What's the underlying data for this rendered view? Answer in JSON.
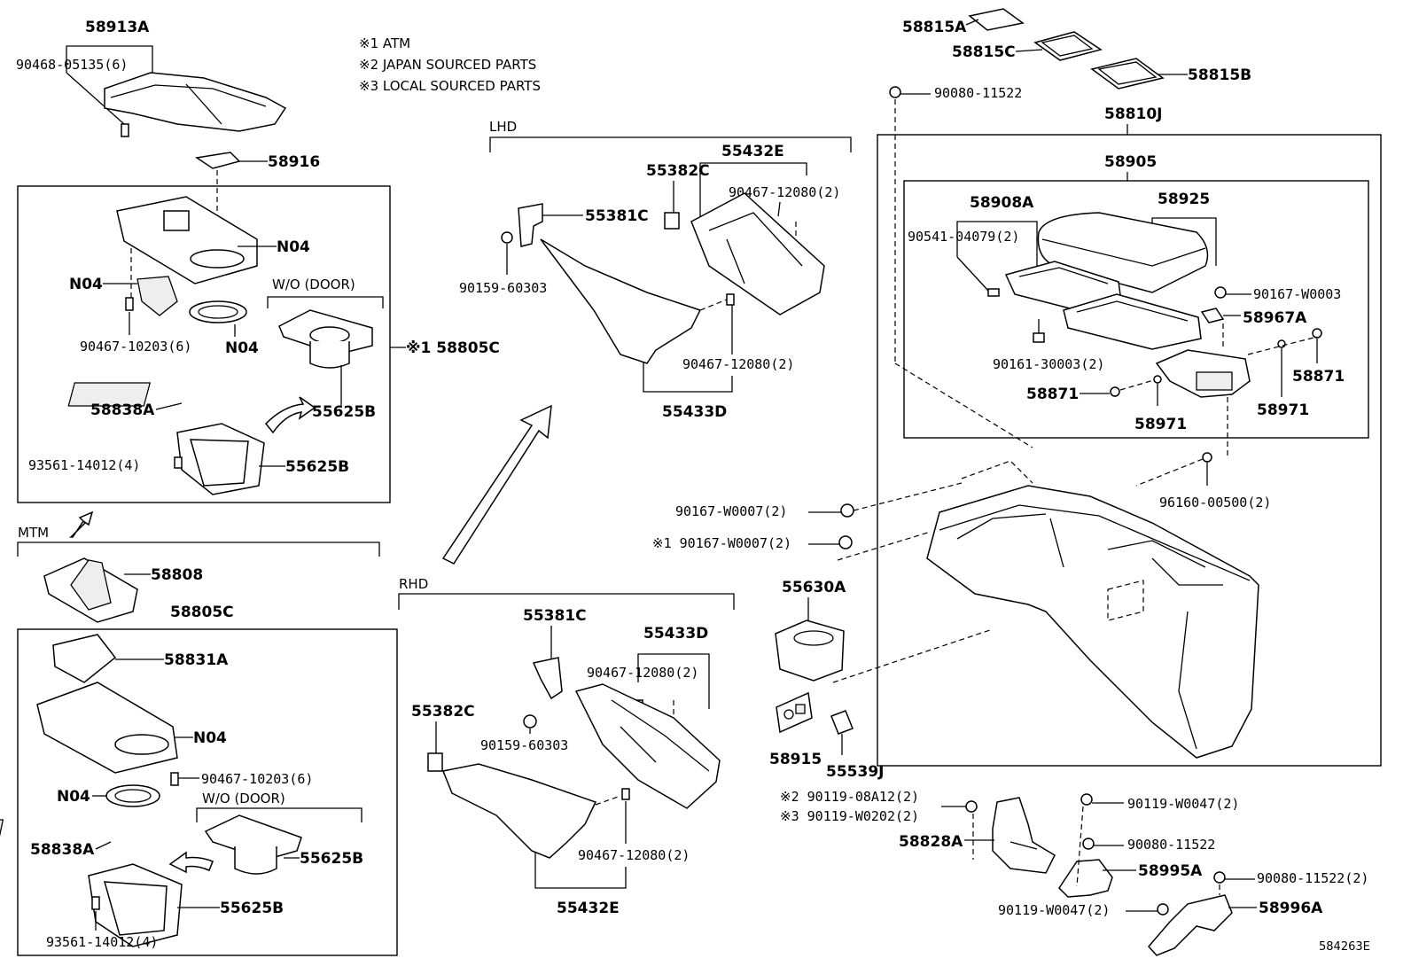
{
  "notes": [
    "※1  ATM",
    "※2  JAPAN SOURCED PARTS",
    "※3  LOCAL SOURCED PARTS"
  ],
  "sections": {
    "lhd": "LHD",
    "rhd": "RHD",
    "mtm": "MTM"
  },
  "wo_door": "W/O (DOOR)",
  "figure_id": "584263E",
  "labels": {
    "p58913A": "58913A",
    "p90468_05135": "90468-05135(6)",
    "p58916": "58916",
    "n04_a": "N04",
    "n04_b": "N04",
    "n04_c": "N04",
    "p90467_10203_a": "90467-10203(6)",
    "p58805C_a": "※1 58805C",
    "p58838A_a": "58838A",
    "p55625B_a": "55625B",
    "p55625B_b": "55625B",
    "p93561_14012_a": "93561-14012(4)",
    "p58808": "58808",
    "p58805C_b": "58805C",
    "p58831A": "58831A",
    "n04_d": "N04",
    "n04_e": "N04",
    "p90467_10203_b": "90467-10203(6)",
    "p58838A_b": "58838A",
    "p55625B_c": "55625B",
    "p55625B_d": "55625B",
    "p93561_14012_b": "93561-14012(4)",
    "p55432E_a": "55432E",
    "p55382C_a": "55382C",
    "p90467_12080_a": "90467-12080(2)",
    "p55381C_a": "55381C",
    "p90159_60303_a": "90159-60303",
    "p90467_12080_b": "90467-12080(2)",
    "p55433D_a": "55433D",
    "p55381C_b": "55381C",
    "p55433D_b": "55433D",
    "p90467_12080_c": "90467-12080(2)",
    "p55382C_b": "55382C",
    "p90159_60303_b": "90159-60303",
    "p90467_12080_d": "90467-12080(2)",
    "p55432E_b": "55432E",
    "p58815A": "58815A",
    "p58815C": "58815C",
    "p58815B": "58815B",
    "p90080_11522_a": "90080-11522",
    "p58810J": "58810J",
    "p58905": "58905",
    "p58908A": "58908A",
    "p58925": "58925",
    "p90541_04079": "90541-04079(2)",
    "p90167_W0003": "90167-W0003",
    "p58967A": "58967A",
    "p90161_30003": "90161-30003(2)",
    "p58871_a": "58871",
    "p58871_b": "58871",
    "p58971_a": "58971",
    "p58971_b": "58971",
    "p96160_00500": "96160-00500(2)",
    "p90167_W0007_a": "90167-W0007(2)",
    "p90167_W0007_b": "※1 90167-W0007(2)",
    "p55630A": "55630A",
    "p58915": "58915",
    "p55539J": "55539J",
    "p90119_08A12": "※2 90119-08A12(2)",
    "p90119_W0202": "※3 90119-W0202(2)",
    "p58828A": "58828A",
    "p90119_W0047_a": "90119-W0047(2)",
    "p90080_11522_b": "90080-11522",
    "p58995A": "58995A",
    "p90080_11522_c": "90080-11522(2)",
    "p90119_W0047_b": "90119-W0047(2)",
    "p58996A": "58996A"
  }
}
